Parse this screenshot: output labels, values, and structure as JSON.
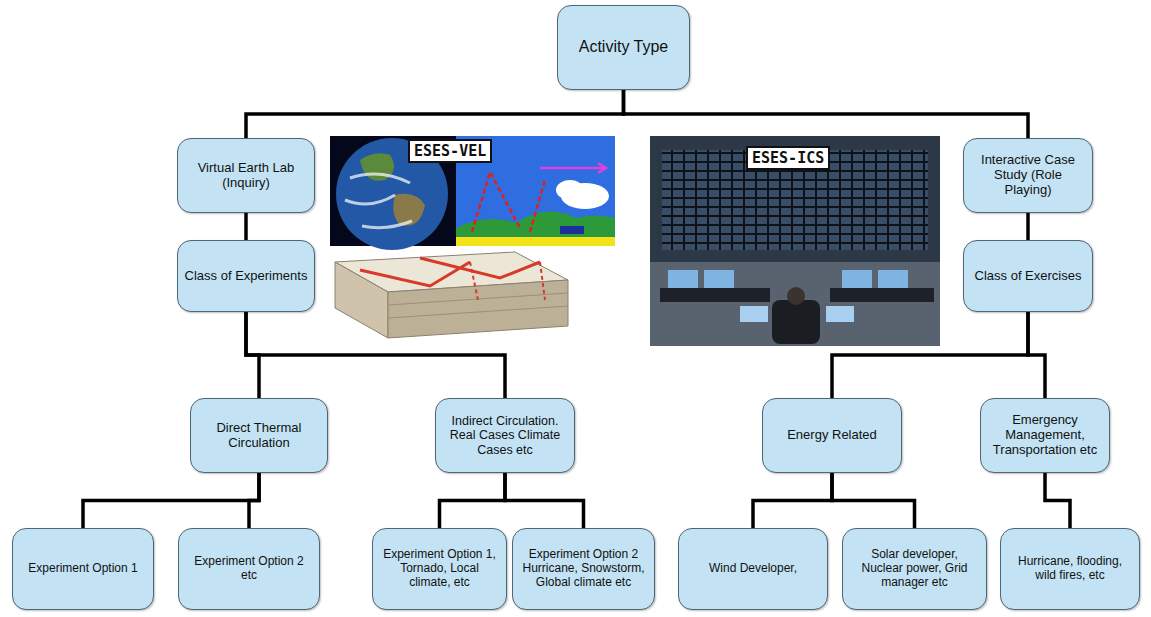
{
  "diagram": {
    "nodes": [
      {
        "text": [
          "Activity Type"
        ]
      },
      {
        "text": [
          "Virtual Earth Lab (Inquiry)"
        ]
      },
      {
        "text": [
          "Interactive Case Study (Role Playing)"
        ]
      },
      {
        "text": [
          "Class of Experiments"
        ]
      },
      {
        "text": [
          "Class of Exercises"
        ]
      },
      {
        "text": [
          "Direct Thermal Circulation"
        ]
      },
      {
        "text": [
          "Indirect Circulation. Real Cases Climate Cases etc"
        ]
      },
      {
        "text": [
          "Energy Related"
        ]
      },
      {
        "text": [
          "Emergency Management, Transportation etc"
        ]
      },
      {
        "text": [
          "Experiment Option 1"
        ]
      },
      {
        "text": [
          "Experiment Option 2 etc"
        ]
      },
      {
        "text": [
          "Experiment Option 1, Tornado, Local climate, etc"
        ]
      },
      {
        "text": [
          "Experiment Option 2 Hurricane, Snowstorm, Global climate etc"
        ]
      },
      {
        "text": [
          "Wind Developer,"
        ]
      },
      {
        "text": [
          "Solar developer, Nuclear power, Grid manager etc"
        ]
      },
      {
        "text": [
          "Hurricane, flooding, wild fires, etc"
        ]
      }
    ],
    "edges": [
      {
        "from": 0,
        "to": 1,
        "arrow": "none"
      },
      {
        "from": 0,
        "to": 2,
        "arrow": "none"
      },
      {
        "from": 1,
        "to": 3,
        "arrow": "none"
      },
      {
        "from": 2,
        "to": 4,
        "arrow": "none"
      },
      {
        "from": 3,
        "to": 5,
        "arrow": "none"
      },
      {
        "from": 3,
        "to": 6,
        "arrow": "none"
      },
      {
        "from": 4,
        "to": 7,
        "arrow": "none"
      },
      {
        "from": 4,
        "to": 8,
        "arrow": "none"
      },
      {
        "from": 5,
        "to": 9,
        "arrow": "none"
      },
      {
        "from": 5,
        "to": 10,
        "arrow": "none"
      },
      {
        "from": 6,
        "to": 11,
        "arrow": "none"
      },
      {
        "from": 6,
        "to": 12,
        "arrow": "none"
      },
      {
        "from": 7,
        "to": 13,
        "arrow": "none"
      },
      {
        "from": 7,
        "to": 14,
        "arrow": "none"
      },
      {
        "from": 8,
        "to": 15,
        "arrow": "none"
      }
    ],
    "labels": [
      "ESES-VEL",
      "ESES-ICS"
    ]
  }
}
